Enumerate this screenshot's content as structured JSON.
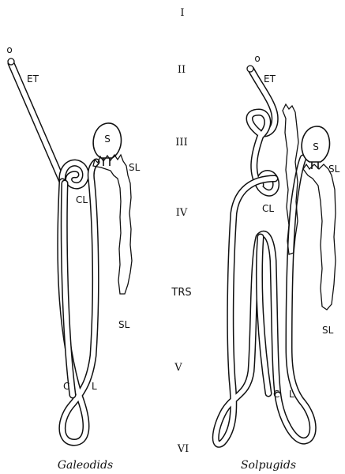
{
  "segments": [
    "I",
    "II",
    "III",
    "IV",
    "TRS",
    "V",
    "VI"
  ],
  "galeodids": {
    "caption": "Galeodids",
    "label_opening": "o",
    "label_ET": "ET",
    "label_S": "S",
    "label_SL_upper": "SL",
    "label_CL": "CL",
    "label_SL_lower": "SL",
    "label_C": "C",
    "label_L": "L"
  },
  "solpugids": {
    "caption": "Solpugids",
    "label_opening": "o",
    "label_ET": "ET",
    "label_S": "S",
    "label_SL_upper": "SL",
    "label_CL": "CL",
    "label_SL_lower": "SL",
    "label_C": "C",
    "label_L": "L"
  }
}
